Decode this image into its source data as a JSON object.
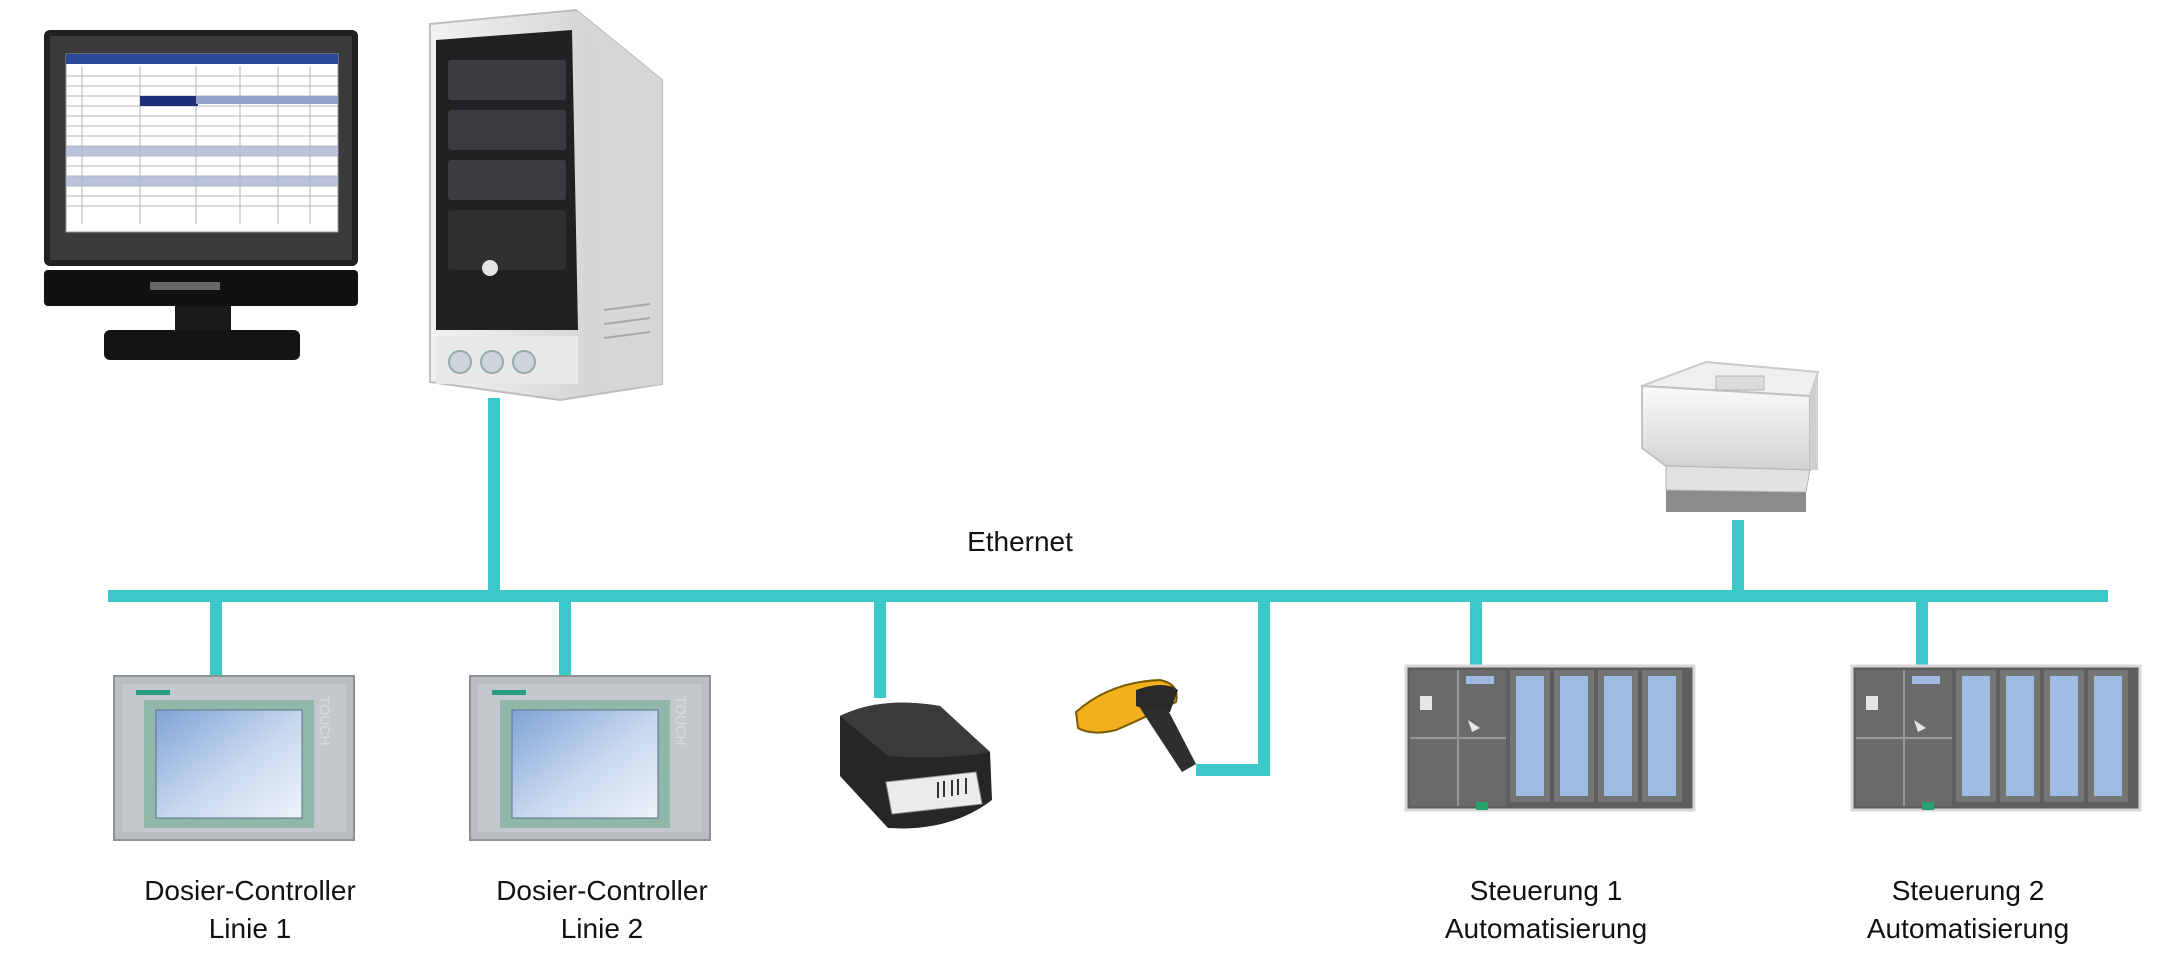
{
  "network": {
    "label": "Ethernet",
    "line_color": "#3cc8c8"
  },
  "devices": {
    "monitor": {
      "icon": "monitor-icon"
    },
    "tower": {
      "icon": "pc-tower-icon"
    },
    "printer": {
      "icon": "laser-printer-icon"
    },
    "label_printer": {
      "icon": "label-printer-icon"
    },
    "scanner": {
      "icon": "barcode-scanner-icon"
    },
    "hmi1": {
      "icon": "touch-panel-icon",
      "brand_text": "TOUCH",
      "line1": "Dosier-Controller",
      "line2": "Linie 1"
    },
    "hmi2": {
      "icon": "touch-panel-icon",
      "brand_text": "TOUCH",
      "line1": "Dosier-Controller",
      "line2": "Linie 2"
    },
    "plc1": {
      "icon": "plc-rack-icon",
      "line1": "Steuerung 1",
      "line2": "Automatisierung"
    },
    "plc2": {
      "icon": "plc-rack-icon",
      "line1": "Steuerung 2",
      "line2": "Automatisierung"
    }
  }
}
